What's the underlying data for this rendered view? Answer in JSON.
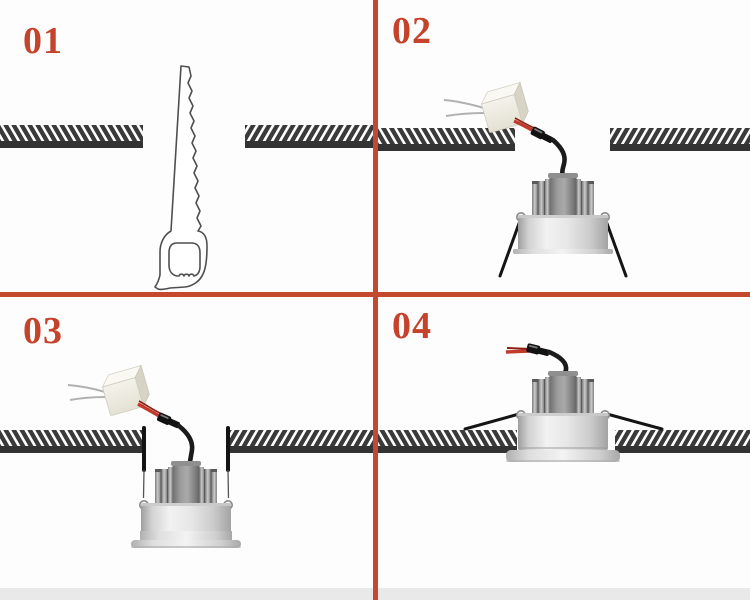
{
  "diagram": {
    "title_visible": false,
    "type": "led-downlight-installation-steps",
    "steps": [
      {
        "label": "01",
        "illustration": "saw-cutting-ceiling-hole-icon"
      },
      {
        "label": "02",
        "illustration": "downlight-with-driver-inserting-icon"
      },
      {
        "label": "03",
        "illustration": "downlight-spring-clips-compressed-icon"
      },
      {
        "label": "04",
        "illustration": "downlight-installed-flush-icon"
      }
    ],
    "colors": {
      "accent_red": "#c4492f",
      "step_number_red": "#c5432b",
      "ceiling_dark": "#3a3a3a",
      "metal_light": "#ededed",
      "driver_cream": "#efede0",
      "wire_red": "#c0392b",
      "cable_black": "#1b1b1b",
      "footer_bar": "#e9e9e9",
      "background": "#fdfdfd"
    }
  }
}
